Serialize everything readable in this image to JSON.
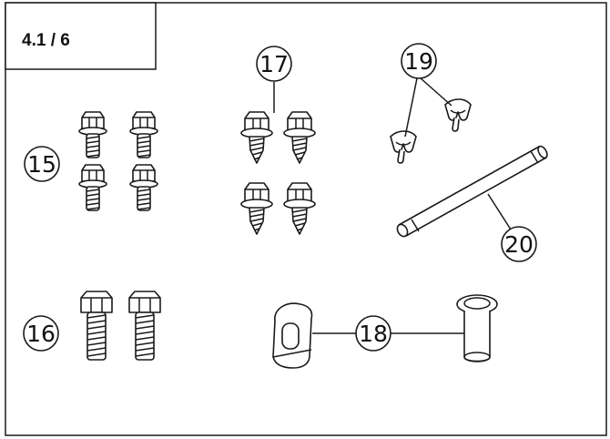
{
  "step": "4.1 / 6",
  "parts": [
    {
      "number": "15",
      "description": "flange bolt",
      "qty": 4
    },
    {
      "number": "16",
      "description": "hex bolt",
      "qty": 2
    },
    {
      "number": "17",
      "description": "self-tapping screw",
      "qty": 4
    },
    {
      "number": "18",
      "description": "clip nut and bushing",
      "qty": 2
    },
    {
      "number": "19",
      "description": "clip",
      "qty": 2
    },
    {
      "number": "20",
      "description": "pin",
      "qty": 1
    }
  ],
  "callouts": {
    "c15": "15",
    "c16": "16",
    "c17": "17",
    "c18": "18",
    "c19": "19",
    "c20": "20"
  },
  "colors": {
    "line": "#1a1a1a",
    "background": "#ffffff"
  }
}
